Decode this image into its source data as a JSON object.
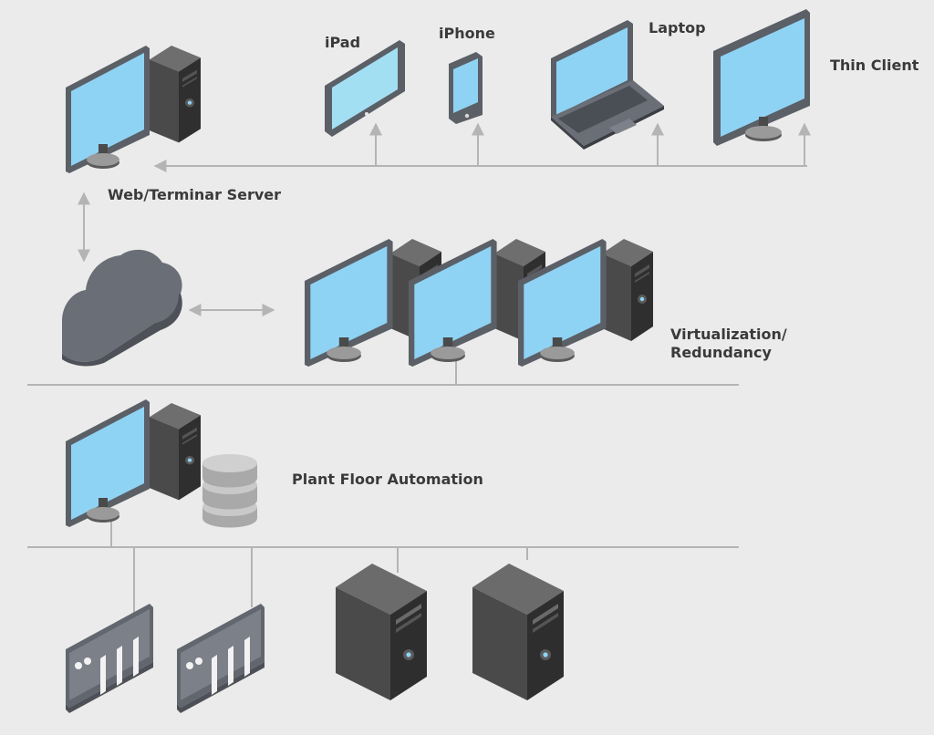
{
  "labels": {
    "ipad": "iPad",
    "iphone": "iPhone",
    "laptop": "Laptop",
    "thin_client": "Thin Client",
    "web_server": "Web/Terminar Server",
    "virtualization_line1": "Virtualization/",
    "virtualization_line2": "Redundancy",
    "plant_floor": "Plant Floor Automation"
  },
  "icons": [
    "server-workstation-icon",
    "ipad-icon",
    "iphone-icon",
    "laptop-icon",
    "thin-client-monitor-icon",
    "cloud-icon",
    "virtual-workstation-icon",
    "database-icon",
    "plc-rack-icon",
    "tower-server-icon"
  ],
  "colors": {
    "background": "#ebebeb",
    "screen": "#8fd3f4",
    "device_frame": "#5b5f66",
    "tower": "#3d3d3d",
    "connector": "#b4b4b4",
    "label": "#3a3a3a"
  }
}
